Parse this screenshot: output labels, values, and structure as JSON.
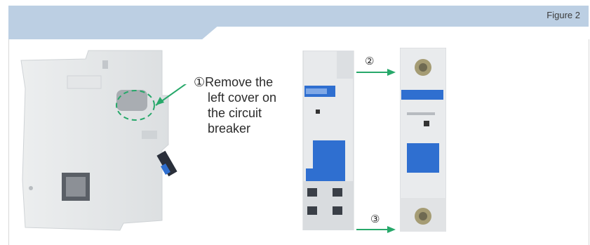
{
  "header": {
    "figure_label": "Figure 2"
  },
  "annotation": {
    "marker": "①",
    "lines": [
      "Remove the",
      "left cover on",
      "the circuit",
      "breaker"
    ]
  },
  "steps": {
    "step2": "②",
    "step3": "③"
  },
  "colors": {
    "header": "#bccfe3",
    "accent": "#27a86a",
    "breaker_blue": "#2f6fd0"
  }
}
